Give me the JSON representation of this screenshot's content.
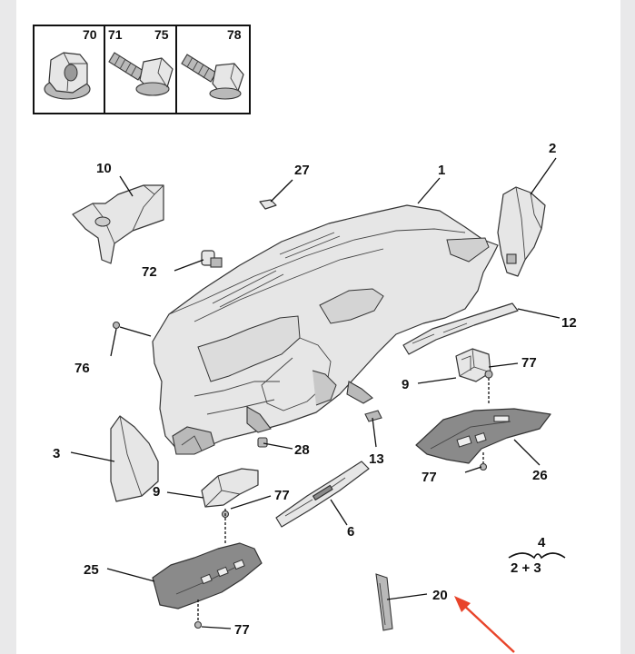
{
  "fastener_panel": {
    "cells": [
      {
        "labels": [
          "70"
        ]
      },
      {
        "labels": [
          "71",
          "75"
        ]
      },
      {
        "labels": [
          "78"
        ]
      }
    ]
  },
  "callouts": [
    {
      "id": "1"
    },
    {
      "id": "2"
    },
    {
      "id": "3"
    },
    {
      "id": "6"
    },
    {
      "id": "9a",
      "text": "9"
    },
    {
      "id": "9b",
      "text": "9"
    },
    {
      "id": "10"
    },
    {
      "id": "12"
    },
    {
      "id": "13"
    },
    {
      "id": "20"
    },
    {
      "id": "25"
    },
    {
      "id": "26"
    },
    {
      "id": "27"
    },
    {
      "id": "28"
    },
    {
      "id": "72"
    },
    {
      "id": "76"
    },
    {
      "id": "77a",
      "text": "77"
    },
    {
      "id": "77b",
      "text": "77"
    },
    {
      "id": "77c",
      "text": "77"
    },
    {
      "id": "77d",
      "text": "77"
    }
  ],
  "legend_group": {
    "top": "4",
    "bottom": "2 + 3"
  },
  "annotation": {
    "arrow_color": "#e8442a"
  }
}
